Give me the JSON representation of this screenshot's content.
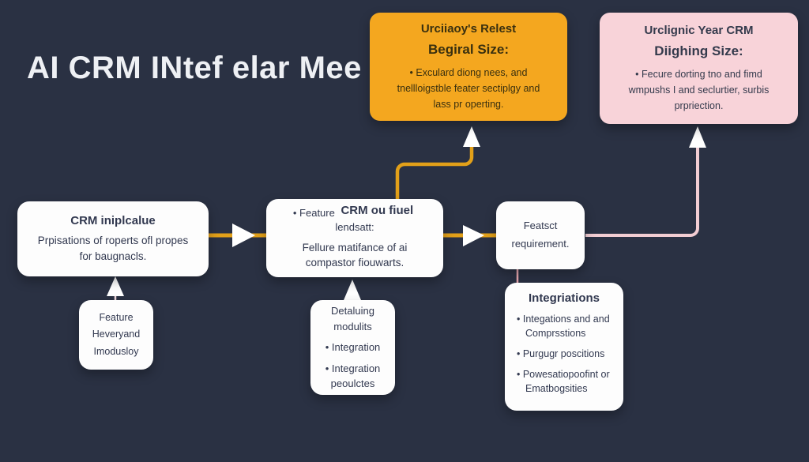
{
  "title": "AI CRM INtef elar Mee",
  "colors": {
    "background": "#2a3143",
    "card_white": "#fdfdfd",
    "card_orange": "#f4a71f",
    "card_pink": "#f8d3d9",
    "connector_yellow": "#e2a019",
    "connector_pink": "#f2cdd3",
    "arrowhead_white": "#ffffff",
    "title_text": "#eef0f4",
    "dark_text": "#323950"
  },
  "nodes": {
    "orange_box": {
      "title": "Urciiaoy's Relest",
      "subtitle": "Begiral Size:",
      "bullet": "• Exculard diong nees, and tnellloigstble feater sectiplgy and lass pr operting."
    },
    "pink_box": {
      "title": "Urclignic Year CRM",
      "subtitle": "Diighing Size:",
      "bullet": "• Fecure dorting tno and fimd wmpushs I and seclurtier, surbis prpriection."
    },
    "crm_box": {
      "title": "CRM iniplcalue",
      "body": "Prpisations of roperts ofl propes for baugnacls."
    },
    "feature_box": {
      "bullet_prefix": "• Feature",
      "bold_text": "CRM ou fiuel",
      "suffix": "lendsatt:",
      "body": "Fellure matifance of ai compastor fiouwarts."
    },
    "featsct_box": {
      "lines": [
        "Featsct",
        "requirement."
      ]
    },
    "heveryand_box": {
      "lines": [
        "Feature",
        "Heveryand",
        "Imodusloy"
      ]
    },
    "detaluing_box": {
      "title": "Detaluing modulits",
      "bullets": [
        "• Integration",
        "• Integration peoulctes"
      ]
    },
    "integrations_box": {
      "title": "Integriations",
      "bullets": [
        "• Integations and and Comprsstions",
        "• Purgugr poscitions",
        "• Powesatiopoofint or Ematbogsities"
      ]
    }
  }
}
